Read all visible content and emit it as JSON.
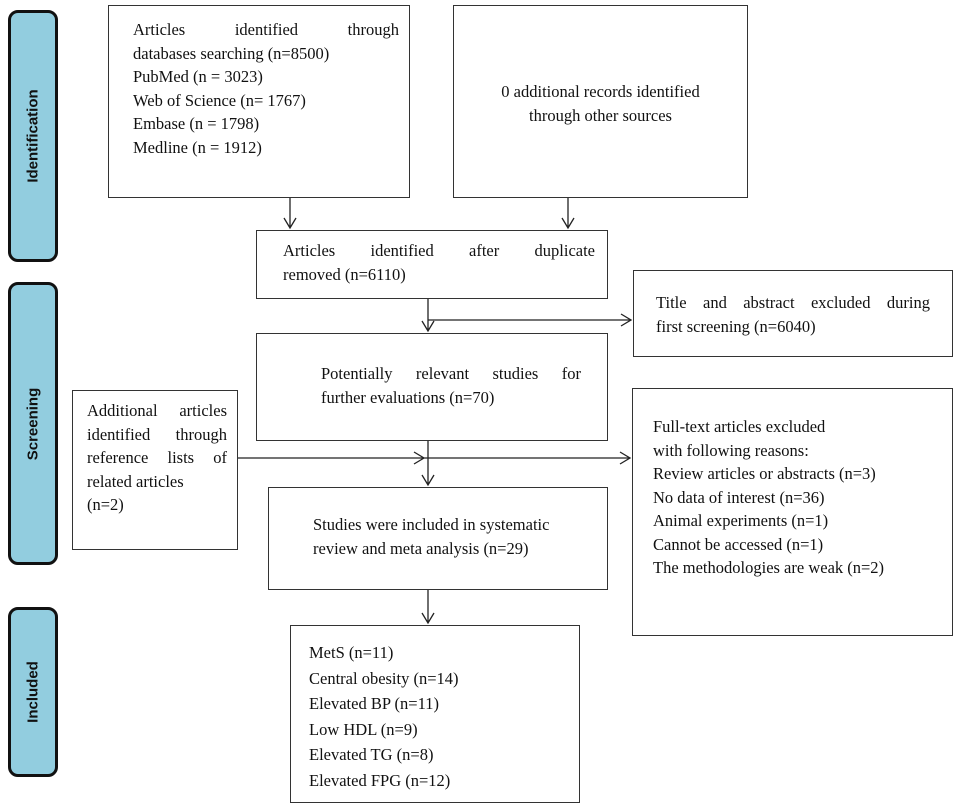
{
  "stages": [
    "Identification",
    "Screening",
    "Included"
  ],
  "boxes": {
    "database_search": {
      "lines": [
        "Articles identified through",
        "databases searching (n=8500)",
        "PubMed (n = 3023)",
        "Web of Science (n= 1767)",
        "Embase (n = 1798)",
        "Medline (n = 1912)"
      ]
    },
    "other_sources": {
      "lines": [
        "0 additional records identified",
        "through other sources"
      ]
    },
    "after_duplicates": {
      "lines": [
        "Articles identified after duplicate",
        "removed (n=6110)"
      ]
    },
    "title_abstract_excluded": {
      "lines": [
        "Title and abstract excluded during",
        "first screening (n=6040)"
      ]
    },
    "potentially_relevant": {
      "lines": [
        "Potentially relevant studies for",
        "further evaluations (n=70)"
      ]
    },
    "additional_articles": {
      "lines": [
        "Additional articles",
        "identified through",
        "reference lists of",
        "related articles",
        "(n=2)"
      ]
    },
    "studies_included": {
      "lines": [
        "Studies were included in systematic",
        "review and meta analysis (n=29)"
      ]
    },
    "fulltext_excluded": {
      "lines": [
        "Full-text articles excluded",
        "with following reasons:",
        "Review articles or abstracts (n=3)",
        "No data of interest (n=36)",
        "Animal experiments (n=1)",
        "Cannot be accessed (n=1)",
        "The methodologies are weak (n=2)"
      ]
    },
    "outcomes": {
      "lines": [
        "MetS (n=11)",
        "Central obesity (n=14)",
        "Elevated BP (n=11)",
        "Low HDL (n=9)",
        "Elevated TG (n=8)",
        "Elevated FPG (n=12)"
      ]
    }
  },
  "colors": {
    "stage_fill": "#92cddf",
    "stroke": "#333333"
  }
}
